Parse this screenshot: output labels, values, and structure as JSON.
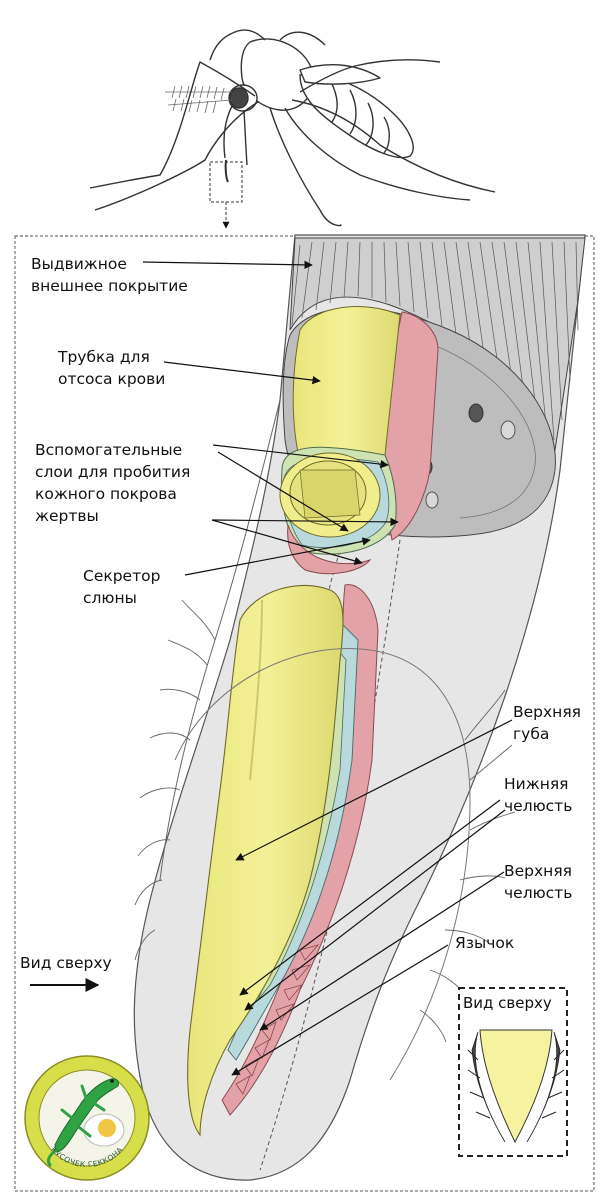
{
  "labels": {
    "outer_cover": [
      "Выдвижное",
      "внешнее покрытие"
    ],
    "blood_tube": [
      "Трубка для",
      "отсоса крови"
    ],
    "aux_layers": [
      "Вспомогательные",
      "слои для пробития",
      "кожного покрова",
      "жертвы"
    ],
    "saliva": [
      "Секретор",
      "слюны"
    ],
    "upper_lip": [
      "Верхняя",
      "губа"
    ],
    "lower_jaw": [
      "Нижняя",
      "челюсть"
    ],
    "upper_jaw": [
      "Верхняя",
      "челюсть"
    ],
    "tongue": [
      "Язычок"
    ],
    "top_view_arrow": [
      "Вид сверху"
    ],
    "top_view_inset": [
      "Вид сверху"
    ]
  },
  "logo": {
    "text": "КУСОЧЕК ГЕККОНА"
  },
  "colors": {
    "labrum_yellow": "#f0ee8c",
    "mandible_red": "#e2a2a8",
    "maxilla_blue": "#b8dadc",
    "hypopharynx_green": "#cfe2b2",
    "sheath_gray": "#e6e6e6",
    "logo_ring": "#d6df4a",
    "gecko_green": "#2fa344"
  },
  "icons": [
    "mosquito-icon",
    "gecko-logo-icon",
    "arrow-right-icon"
  ]
}
